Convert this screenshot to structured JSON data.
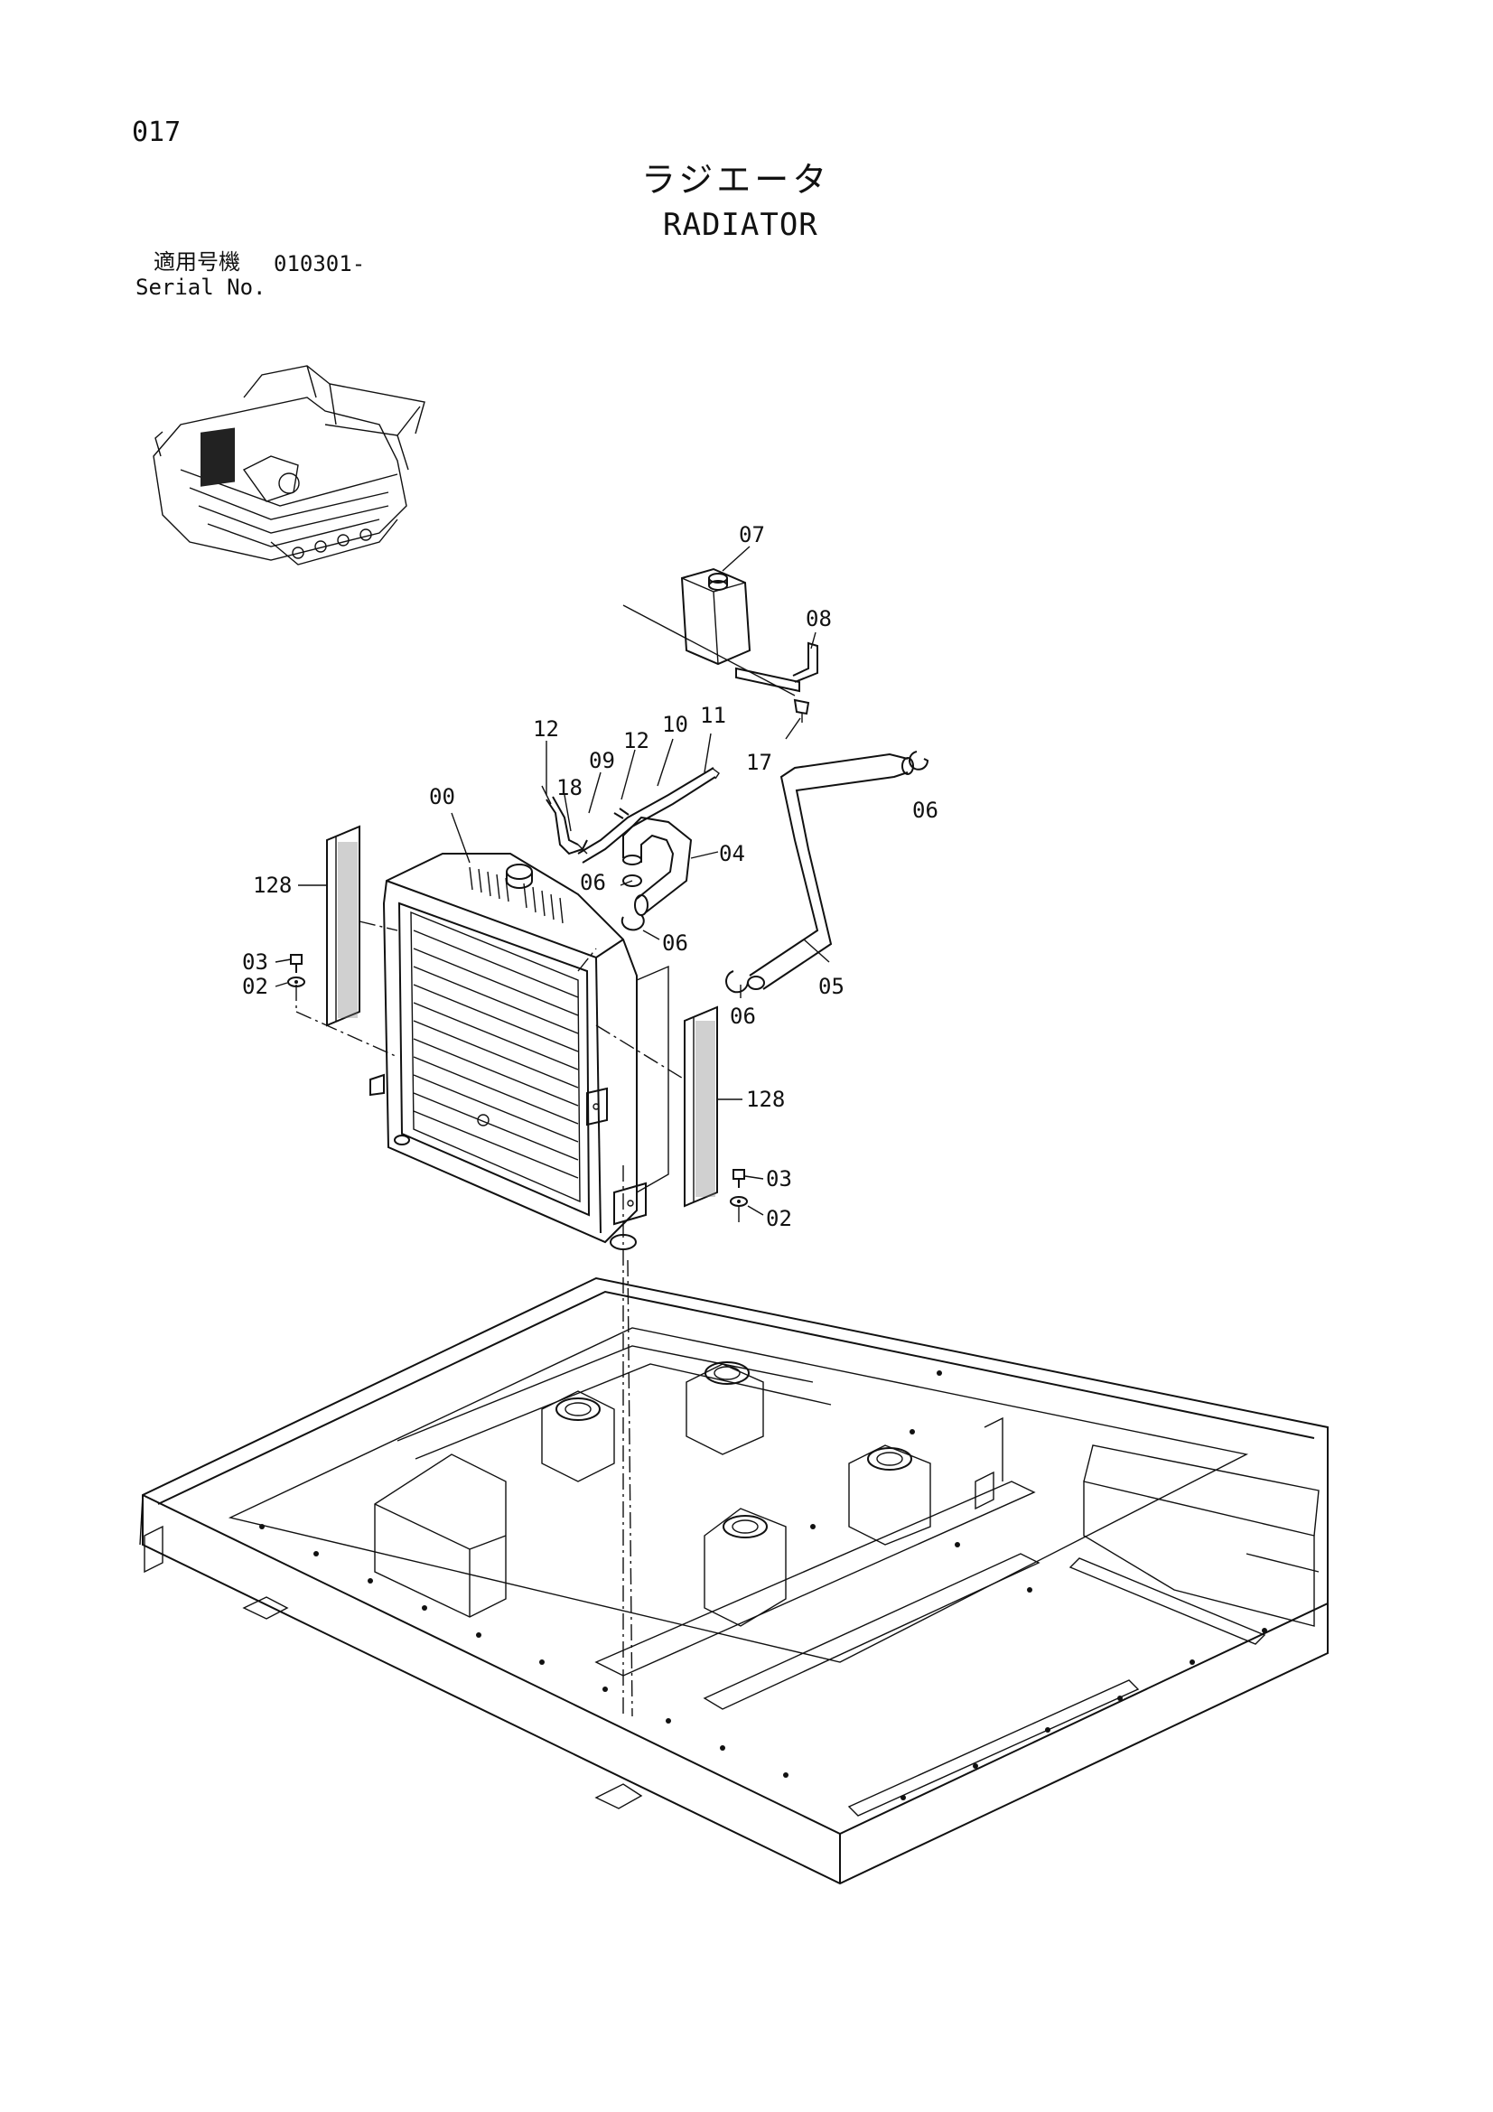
{
  "page": {
    "page_number": "017",
    "title_jp": "ラジエータ",
    "title_en": "RADIATOR",
    "serial_label_jp": "適用号機",
    "serial_label_en": "Serial No.",
    "serial_value": "010301-"
  },
  "callouts": [
    {
      "id": "07",
      "part": "reserve-tank"
    },
    {
      "id": "08",
      "part": "tank-bracket"
    },
    {
      "id": "17",
      "part": "bolt"
    },
    {
      "id": "11",
      "part": "hose-top"
    },
    {
      "id": "10",
      "part": "hose"
    },
    {
      "id": "12",
      "part": "clamp"
    },
    {
      "id": "09",
      "part": "pipe"
    },
    {
      "id": "12",
      "part": "clamp"
    },
    {
      "id": "18",
      "part": "overflow-hose"
    },
    {
      "id": "00",
      "part": "radiator-assembly"
    },
    {
      "id": "04",
      "part": "upper-hose"
    },
    {
      "id": "06",
      "part": "hose-clamp"
    },
    {
      "id": "06",
      "part": "hose-clamp"
    },
    {
      "id": "06",
      "part": "hose-clamp"
    },
    {
      "id": "06",
      "part": "hose-clamp"
    },
    {
      "id": "05",
      "part": "lower-hose"
    },
    {
      "id": "128",
      "part": "seal-sponge-left"
    },
    {
      "id": "128",
      "part": "seal-sponge-right"
    },
    {
      "id": "03",
      "part": "bolt-left"
    },
    {
      "id": "02",
      "part": "washer-left"
    },
    {
      "id": "03",
      "part": "bolt-right"
    },
    {
      "id": "02",
      "part": "washer-right"
    }
  ],
  "style": {
    "ink_color": "#111111",
    "paper_color": "#ffffff"
  }
}
